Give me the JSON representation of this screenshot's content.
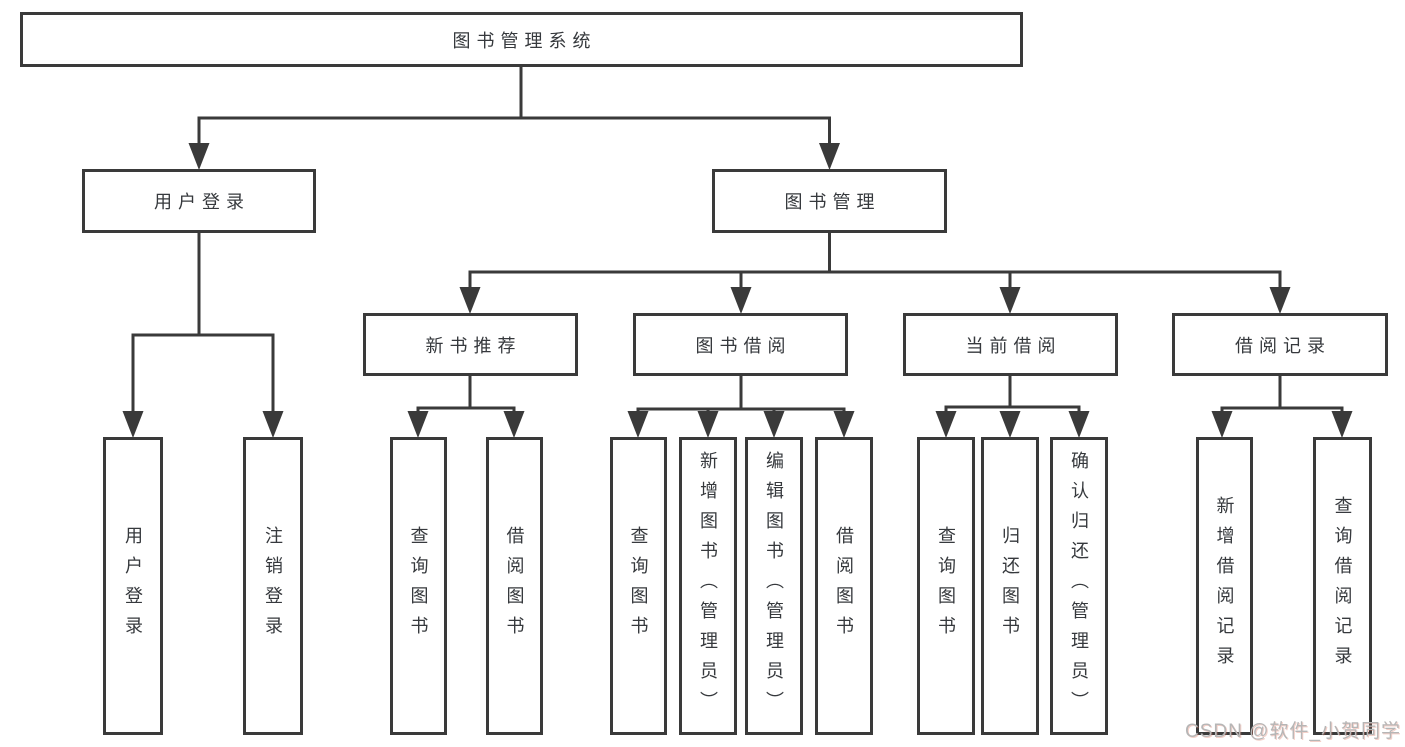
{
  "diagram": {
    "root": "图书管理系统",
    "branches": [
      {
        "label": "用户登录",
        "children": [
          "用户登录",
          "注销登录"
        ]
      },
      {
        "label": "图书管理",
        "children": [
          {
            "label": "新书推荐",
            "children": [
              "查询图书",
              "借阅图书"
            ]
          },
          {
            "label": "图书借阅",
            "children": [
              "查询图书",
              "新增图书（管理员）",
              "编辑图书（管理员）",
              "借阅图书"
            ]
          },
          {
            "label": "当前借阅",
            "children": [
              "查询图书",
              "归还图书",
              "确认归还（管理员）"
            ]
          },
          {
            "label": "借阅记录",
            "children": [
              "新增借阅记录",
              "查询借阅记录"
            ]
          }
        ]
      }
    ]
  },
  "watermark": "CSDN @软件_小贺同学",
  "colors": {
    "line": "#3a3a3a",
    "box_border": "#3a3a3a",
    "text": "#36393d",
    "watermark_text": "#b6b6b6",
    "background": "#ffffff"
  }
}
